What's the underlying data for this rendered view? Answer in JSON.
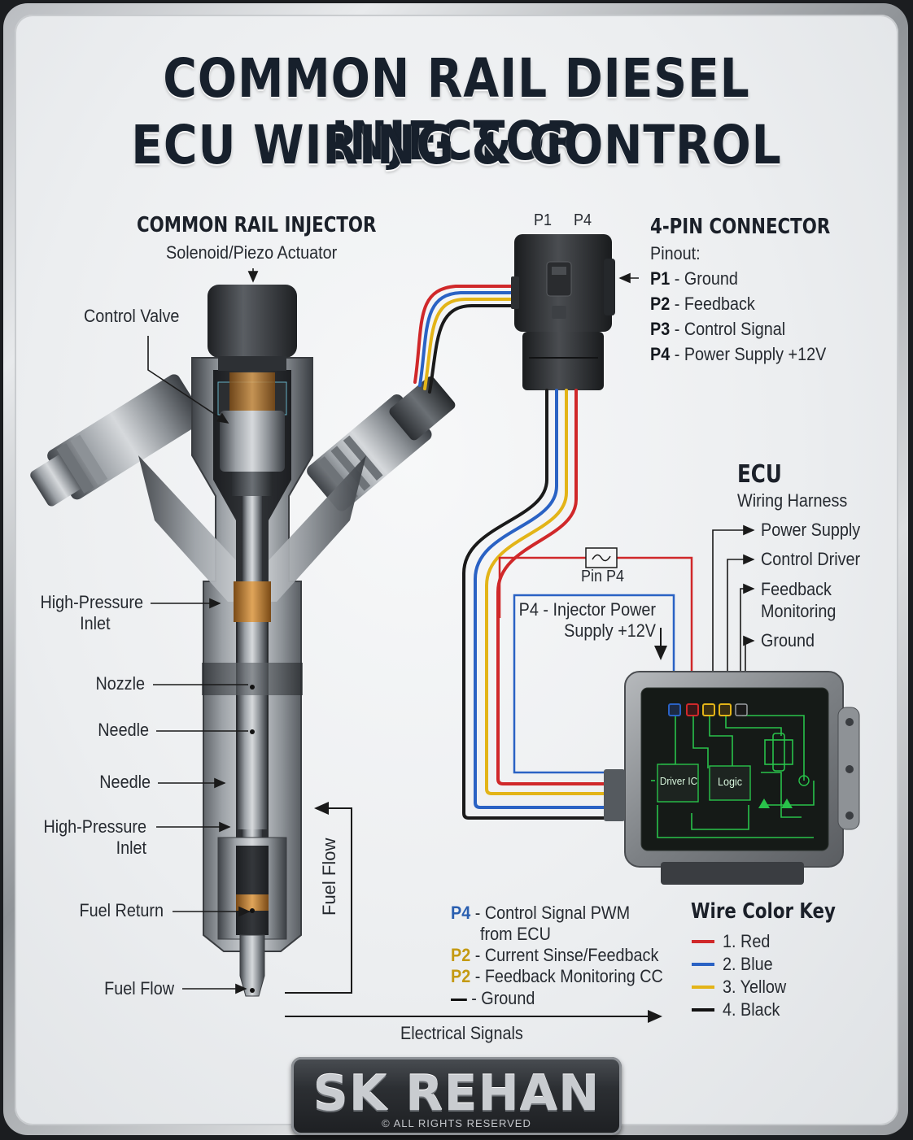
{
  "title": {
    "line1": "COMMON RAIL DIESEL INJECTOR",
    "line2": "ECU WIRING & CONTROL"
  },
  "injector": {
    "heading": "COMMON RAIL INJECTOR",
    "subheading": "Solenoid/Piezo Actuator",
    "labels": {
      "control_valve": "Control Valve",
      "hp_inlet_1": [
        "High-Pressure",
        "Inlet"
      ],
      "nozzle": "Nozzle",
      "needle_1": "Needle",
      "needle_2": "Needle",
      "hp_inlet_2": [
        "High-Pressure",
        "Inlet"
      ],
      "fuel_return": "Fuel Return",
      "fuel_flow_tip": "Fuel Flow"
    },
    "fuel_flow_vertical": "Fuel Flow"
  },
  "connector": {
    "pin_top_left": "P1",
    "pin_top_right": "P4",
    "heading": "4-PIN CONNECTOR",
    "pinout_title": "Pinout:",
    "pins": [
      {
        "id": "P1",
        "desc": "- Ground"
      },
      {
        "id": "P2",
        "desc": "- Feedback"
      },
      {
        "id": "P3",
        "desc": "- Control Signal"
      },
      {
        "id": "P4",
        "desc": "- Power Supply +12V"
      }
    ]
  },
  "ecu": {
    "heading": "ECU",
    "subheading": "Wiring Harness",
    "outputs": {
      "power_supply": "Power Supply",
      "control_driver": "Control Driver",
      "feedback": [
        "Feedback",
        "Monitoring"
      ],
      "ground": "Ground"
    },
    "chip_driver": "Driver IC",
    "chip_logic": "Logic"
  },
  "wiring": {
    "pin_p4": "Pin P4",
    "p4_power": [
      "P4 - Injector Power",
      "Supply +12V"
    ]
  },
  "signals": [
    {
      "code": "P4",
      "code_color": "#2a5fb0",
      "text": [
        "- Control Signal PWM",
        "from ECU"
      ]
    },
    {
      "code": "P2",
      "code_color": "#c49a12",
      "text": [
        "- Current Sinse/Feedback"
      ]
    },
    {
      "code": "P2",
      "code_color": "#c49a12",
      "text": [
        "- Feedback Monitoring CC"
      ]
    },
    {
      "code": "",
      "code_color": "#111111",
      "text": [
        "- Ground"
      ]
    }
  ],
  "electrical_signals": "Electrical Signals",
  "wire_key": {
    "heading": "Wire Color Key",
    "items": [
      {
        "label": "1. Red",
        "color": "#d0282a"
      },
      {
        "label": "2. Blue",
        "color": "#2a62c4"
      },
      {
        "label": "3. Yellow",
        "color": "#e3b418"
      },
      {
        "label": "4. Black",
        "color": "#121212"
      }
    ]
  },
  "brand": {
    "name": "SK REHAN",
    "tagline": "© ALL RIGHTS RESERVED"
  }
}
